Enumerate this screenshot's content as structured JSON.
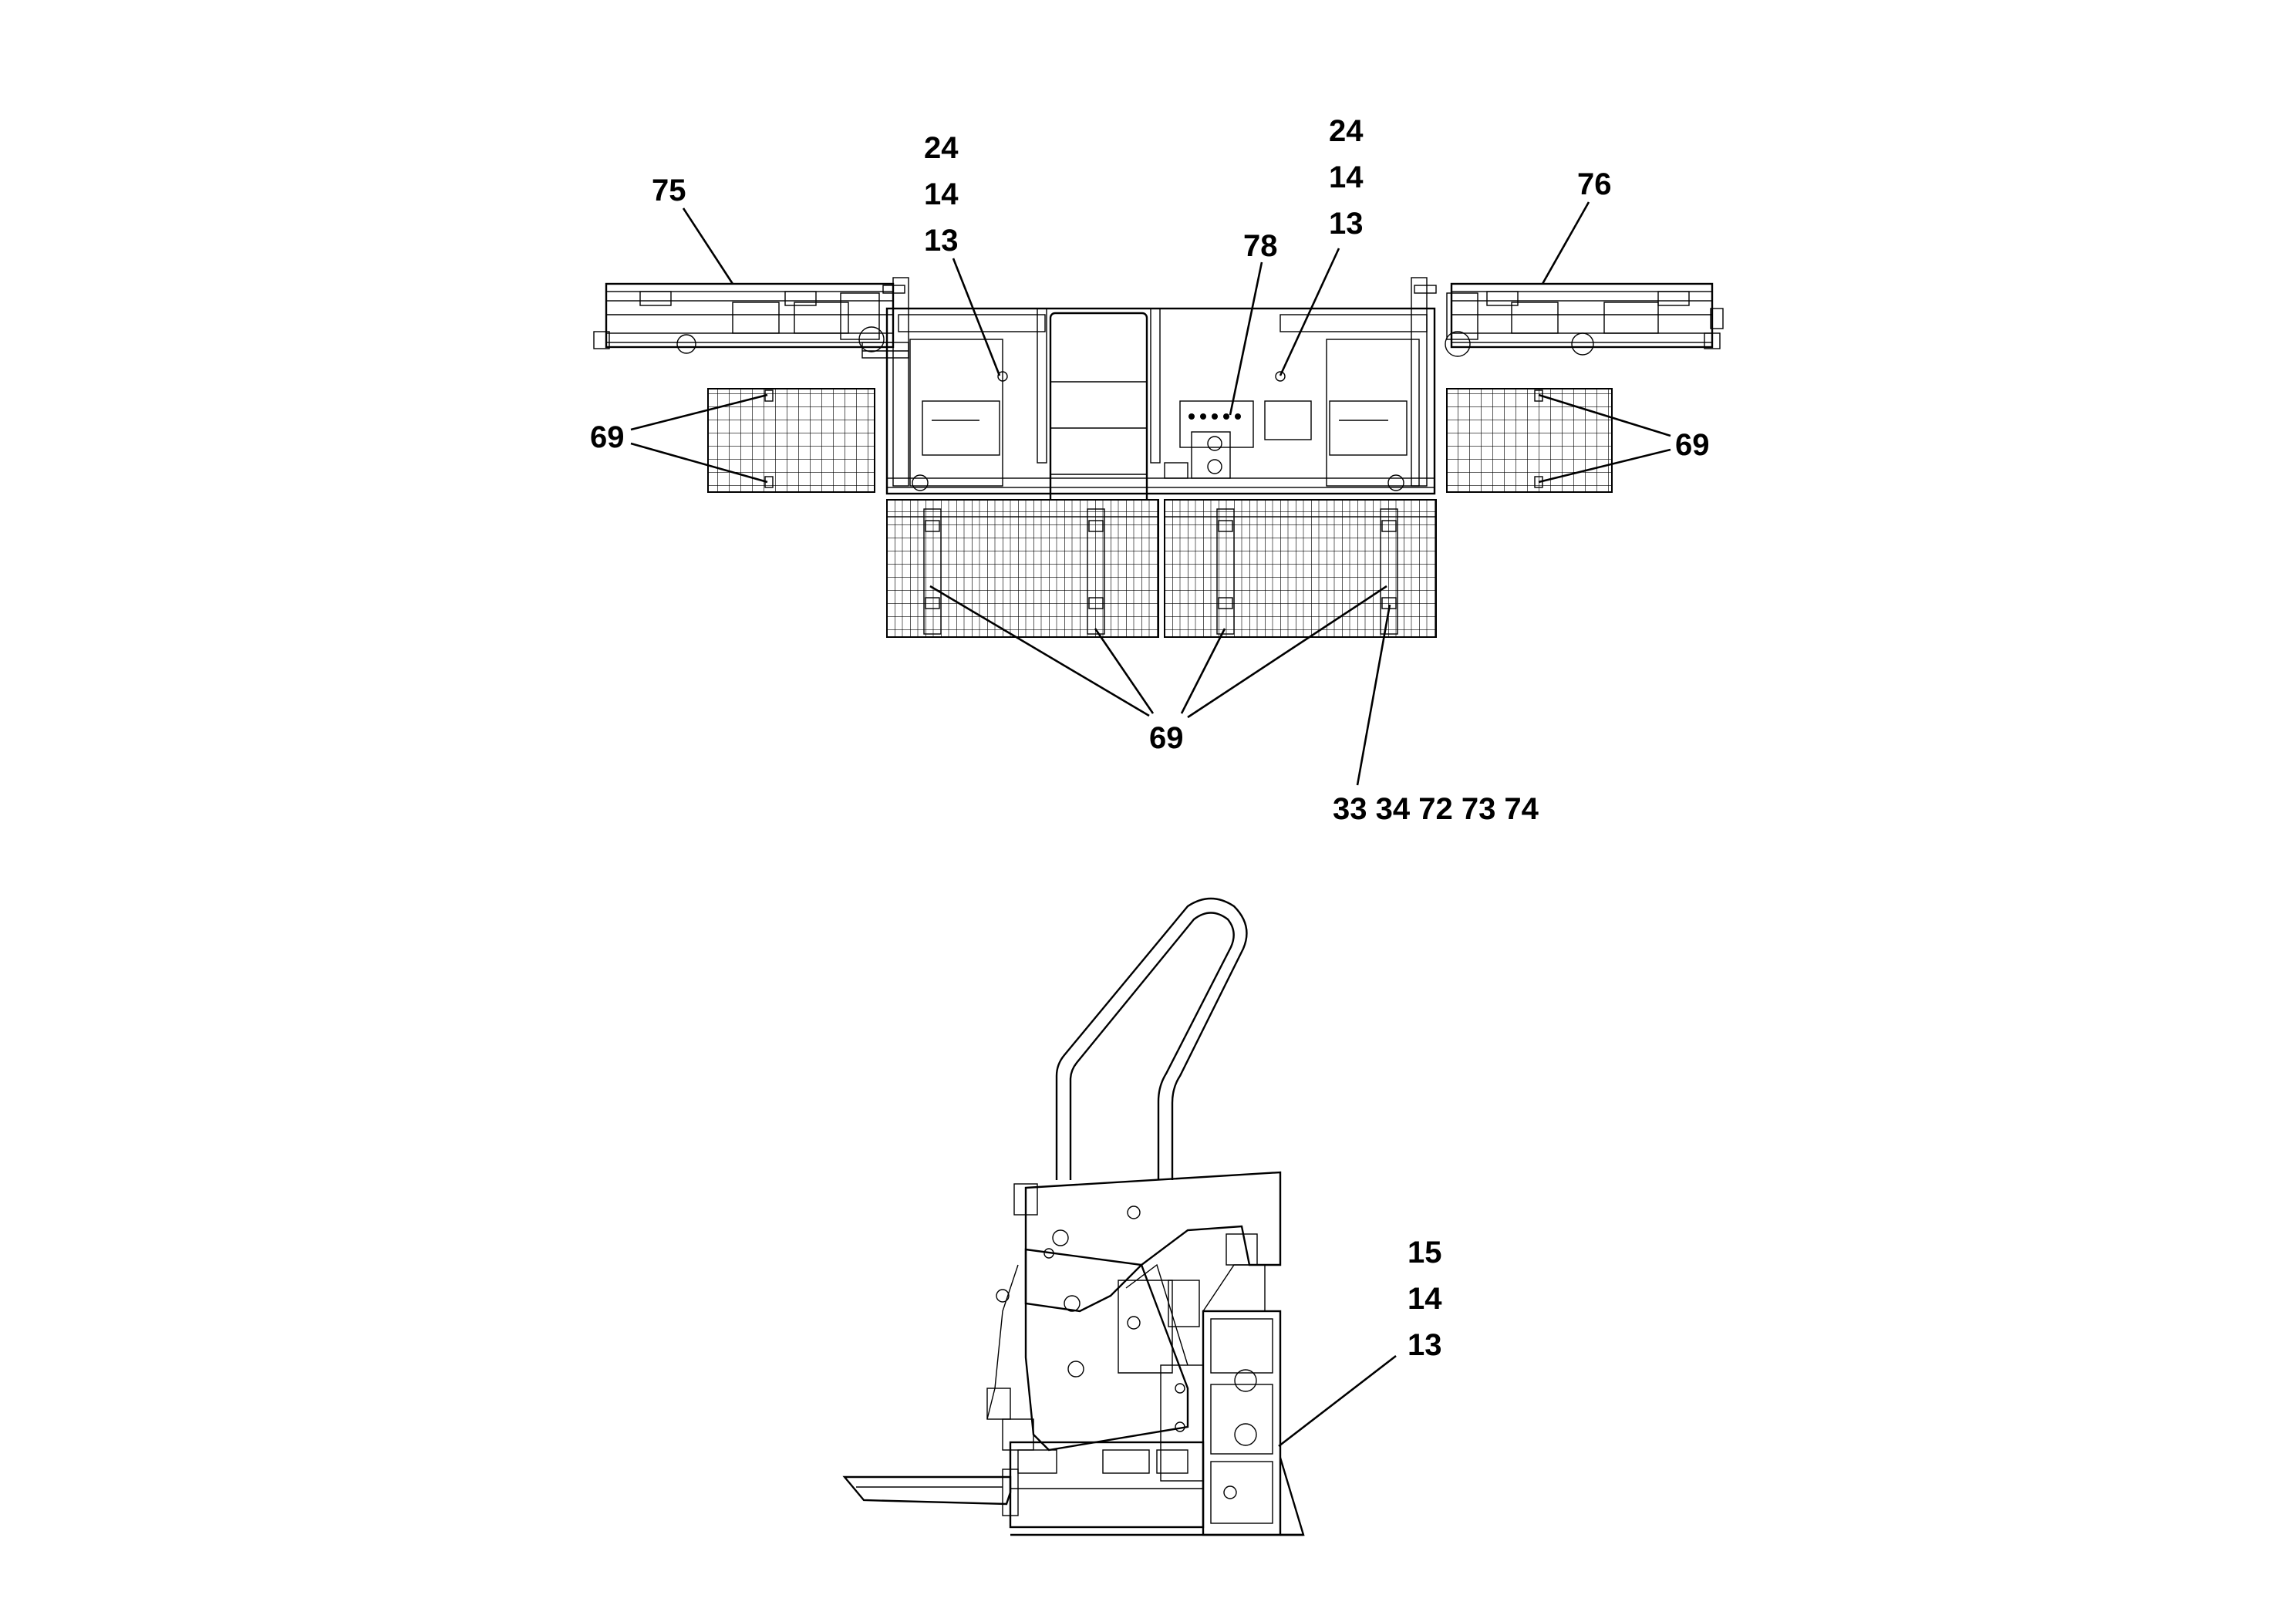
{
  "labels": {
    "c24_left": "24",
    "c14_left": "14",
    "c13_left": "13",
    "c24_right": "24",
    "c14_right": "14",
    "c13_right": "13",
    "c75": "75",
    "c76": "76",
    "c78": "78",
    "c69_left": "69",
    "c69_right": "69",
    "c69_bottom": "69",
    "c33_group": "33 34 72 73 74",
    "c15_side": "15",
    "c14_side": "14",
    "c13_side": "13"
  },
  "colors": {
    "ink": "#000000",
    "paper": "#ffffff"
  }
}
